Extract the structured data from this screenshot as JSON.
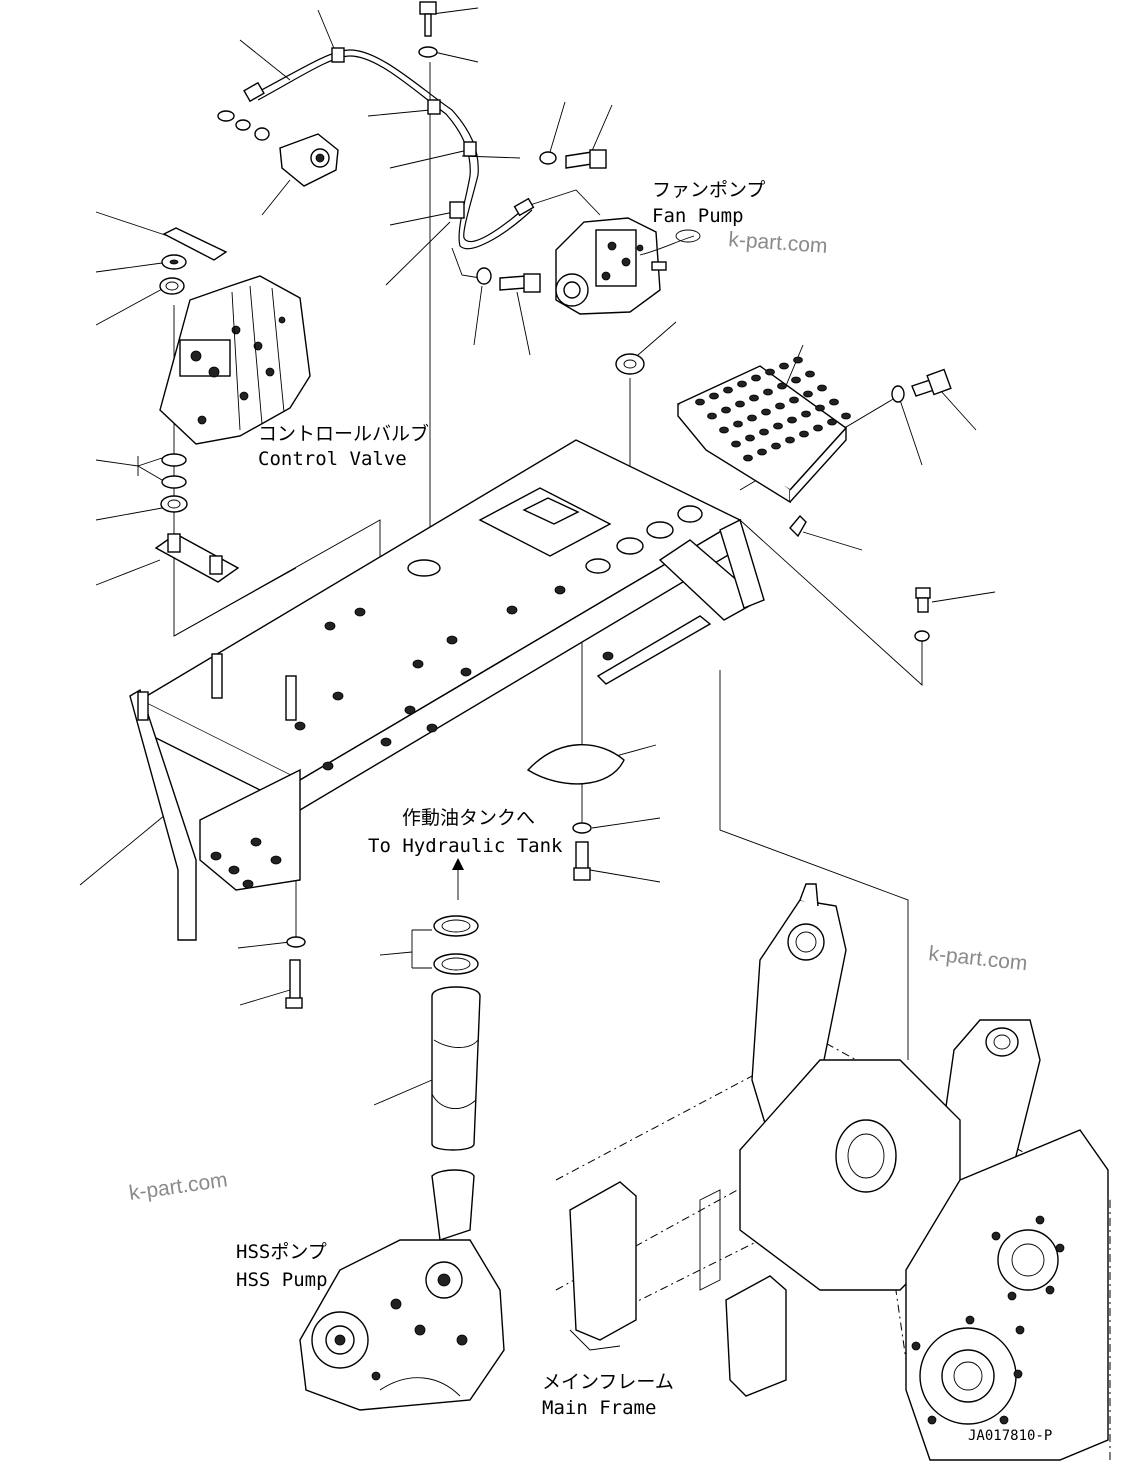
{
  "labels": {
    "fan_pump_ja": "ファンポンプ",
    "fan_pump_en": "Fan Pump",
    "control_valve_ja": "コントロールバルブ",
    "control_valve_en": "Control Valve",
    "hyd_tank_ja": "作動油タンクへ",
    "hyd_tank_en": "To Hydraulic Tank",
    "hss_pump_ja": "HSSポンプ",
    "hss_pump_en": "HSS Pump",
    "main_frame_ja": "メインフレーム",
    "main_frame_en": "Main Frame"
  },
  "watermarks": [
    "k-part.com",
    "k-part.com",
    "k-part.com"
  ],
  "drawing_code": "JA017810-P"
}
